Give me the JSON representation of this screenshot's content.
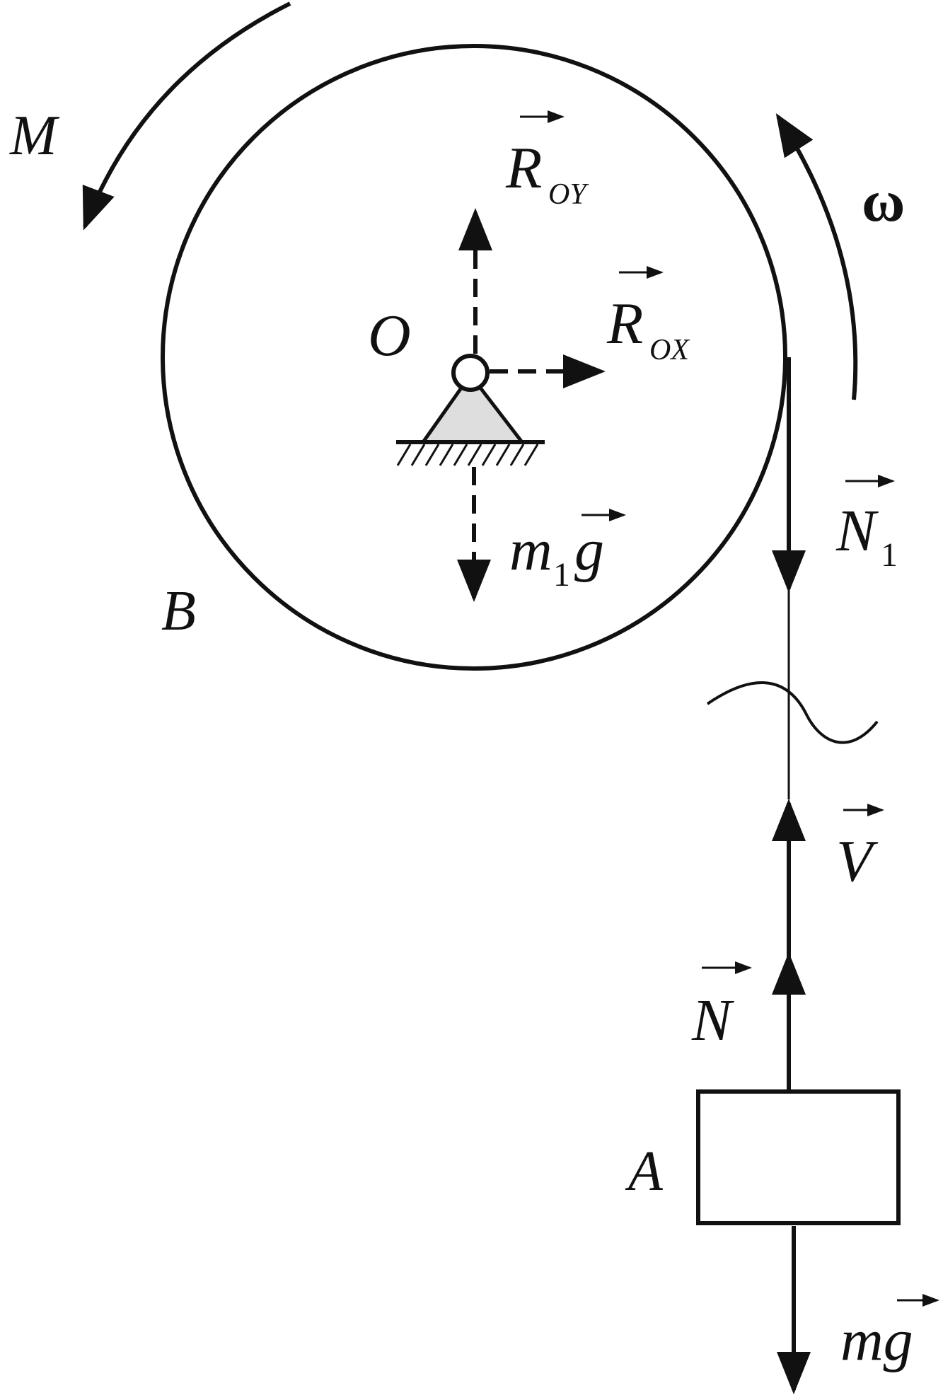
{
  "labels": {
    "moment": "M",
    "angular_velocity": "ω",
    "pivot": "O",
    "drum": "B",
    "block": "A",
    "reaction_y": "R",
    "reaction_y_sub": "OY",
    "reaction_x": "R",
    "reaction_x_sub": "OX",
    "drum_weight_m": "m",
    "drum_weight_sub": "1",
    "drum_weight_g": "g",
    "rope_tension_top": "N",
    "rope_tension_top_sub": "1",
    "velocity": "V",
    "rope_tension_block": "N",
    "block_weight": "mg"
  },
  "colors": {
    "stroke": "#111111",
    "support_fill": "#dedede",
    "background": "#ffffff"
  }
}
